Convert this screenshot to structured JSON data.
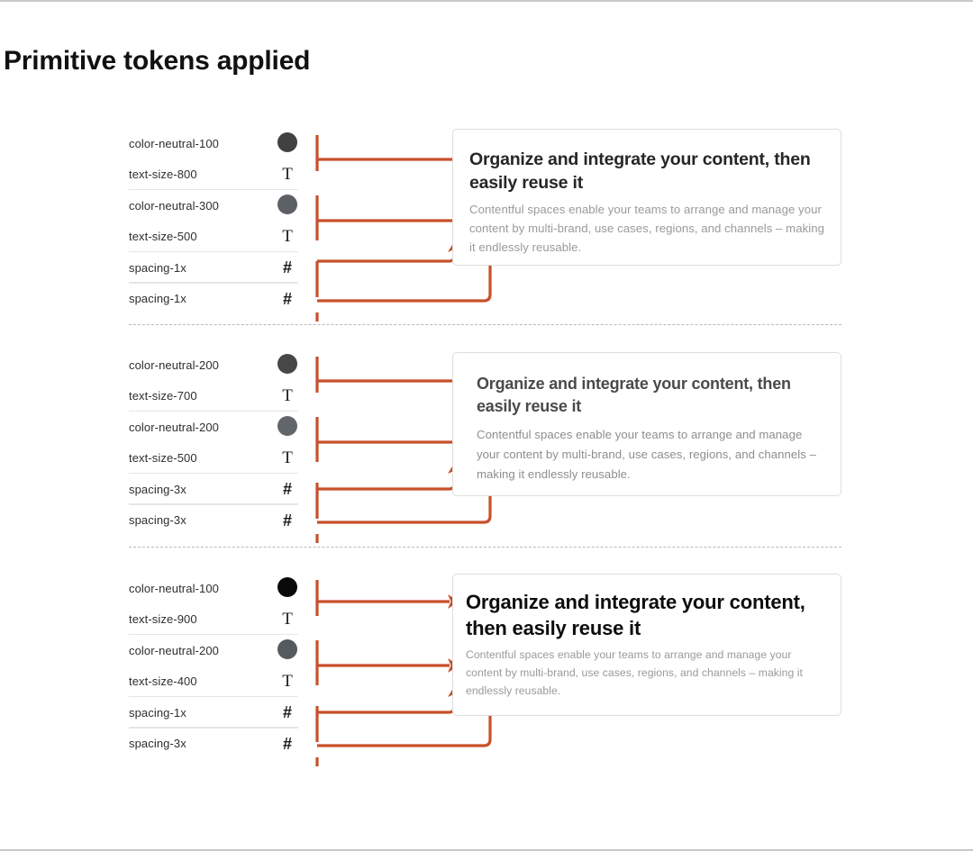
{
  "page": {
    "title": "Primitive tokens applied",
    "accent_color": "#c8502a",
    "background_color": "#ffffff",
    "frame_border_color": "#c9c9c9",
    "divider_color": "#b9b9b9",
    "card_border_color": "#dedede",
    "row_rule_color": "#e6e6e6"
  },
  "groups": [
    {
      "id": "group-0",
      "tokens": [
        {
          "label": "color-neutral-100",
          "glyph": "color-swatch",
          "swatch_color": "#414141"
        },
        {
          "label": "text-size-800",
          "glyph": "T"
        },
        {
          "label": "color-neutral-300",
          "glyph": "color-swatch",
          "swatch_color": "#5d6165"
        },
        {
          "label": "text-size-500",
          "glyph": "T"
        },
        {
          "label": "spacing-1x",
          "glyph": "#"
        },
        {
          "label": "spacing-1x",
          "glyph": "#"
        }
      ],
      "card": {
        "heading": "Organize and integrate your content, then easily reuse it",
        "body": "Contentful spaces enable your teams to arrange and manage your content by multi-brand, use cases, regions, and channels – making it endlessly reusable."
      }
    },
    {
      "id": "group-1",
      "tokens": [
        {
          "label": "color-neutral-200",
          "glyph": "color-swatch",
          "swatch_color": "#474747"
        },
        {
          "label": "text-size-700",
          "glyph": "T"
        },
        {
          "label": "color-neutral-200",
          "glyph": "color-swatch",
          "swatch_color": "#636669"
        },
        {
          "label": "text-size-500",
          "glyph": "T"
        },
        {
          "label": "spacing-3x",
          "glyph": "#"
        },
        {
          "label": "spacing-3x",
          "glyph": "#"
        }
      ],
      "card": {
        "heading": "Organize and integrate your content, then easily reuse it",
        "body": "Contentful spaces enable your teams to arrange and manage your content by multi-brand, use cases, regions, and channels – making it endlessly reusable."
      }
    },
    {
      "id": "group-2",
      "tokens": [
        {
          "label": "color-neutral-100",
          "glyph": "color-swatch",
          "swatch_color": "#090909"
        },
        {
          "label": "text-size-900",
          "glyph": "T"
        },
        {
          "label": "color-neutral-200",
          "glyph": "color-swatch",
          "swatch_color": "#565a5e"
        },
        {
          "label": "text-size-400",
          "glyph": "T"
        },
        {
          "label": "spacing-1x",
          "glyph": "#"
        },
        {
          "label": "spacing-3x",
          "glyph": "#"
        }
      ],
      "card": {
        "heading": "Organize and integrate your content, then easily reuse it",
        "body": "Contentful spaces enable your teams to arrange and manage your content by multi-brand, use cases, regions, and channels – making it endlessly reusable."
      }
    }
  ]
}
